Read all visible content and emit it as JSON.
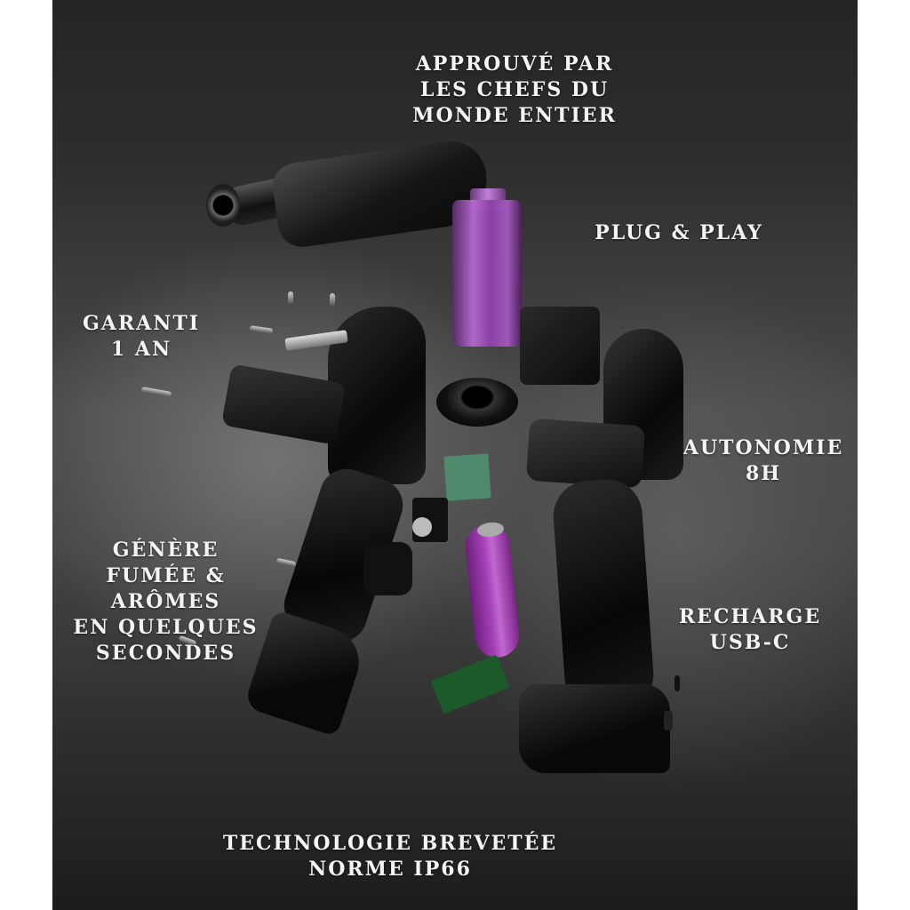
{
  "image": {
    "type": "product exploded view",
    "background_color": "#2e2e2e",
    "border_color": "#ffffff",
    "accent_color": "#a33fb5"
  },
  "labels": {
    "approved": [
      "APPROUVÉ PAR",
      "LES CHEFS DU",
      "MONDE ENTIER"
    ],
    "plug_play": [
      "PLUG & PLAY"
    ],
    "warranty": [
      "GARANTI",
      "1 AN"
    ],
    "autonomy": [
      "AUTONOMIE",
      "8H"
    ],
    "smoke": [
      "GÉNÈRE",
      "FUMÉE &",
      "ARÔMES",
      "EN QUELQUES",
      "SECONDES"
    ],
    "recharge": [
      "RECHARGE",
      "USB-C"
    ],
    "technology": [
      "TECHNOLOGIE BREVETÉE",
      "NORME IP66"
    ]
  },
  "parts": [
    "nozzle-head",
    "purple-smoke-chamber",
    "square-block",
    "ring-base",
    "pcb-square",
    "push-button",
    "purple-battery",
    "usb-pcb-board",
    "left-handle-shell",
    "right-handle-shell",
    "screws",
    "metal-plate"
  ]
}
